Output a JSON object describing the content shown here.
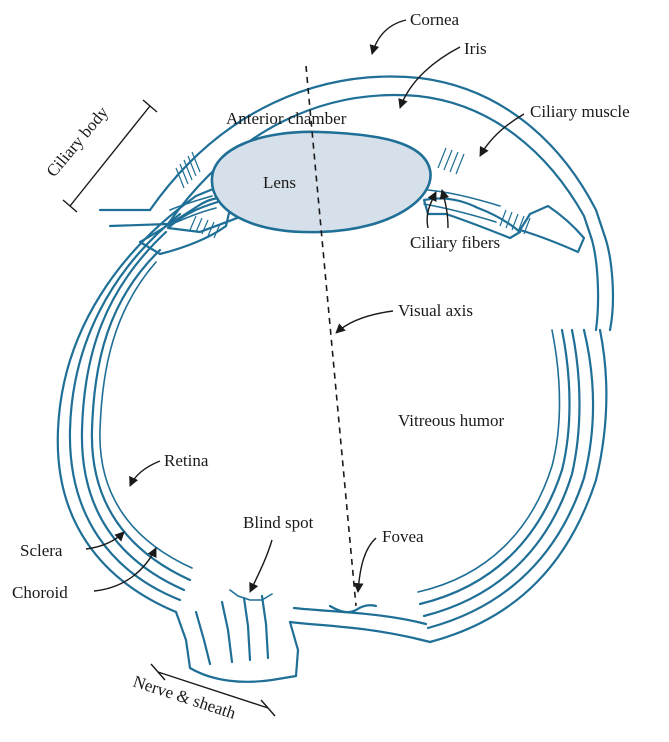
{
  "labels": {
    "cornea": "Cornea",
    "iris": "Iris",
    "ciliary_body": "Ciliary body",
    "anterior_chamber": "Anterior chamber",
    "ciliary_muscle": "Ciliary muscle",
    "lens": "Lens",
    "ciliary_fibers": "Ciliary fibers",
    "visual_axis": "Visual axis",
    "vitreous_humor": "Vitreous humor",
    "retina": "Retina",
    "blind_spot": "Blind spot",
    "fovea": "Fovea",
    "sclera": "Sclera",
    "choroid": "Choroid",
    "nerve_sheath": "Nerve & sheath"
  },
  "colors": {
    "structure": "#1f6f96",
    "lens_fill": "#d6e0ea",
    "text": "#1a1a1a"
  }
}
